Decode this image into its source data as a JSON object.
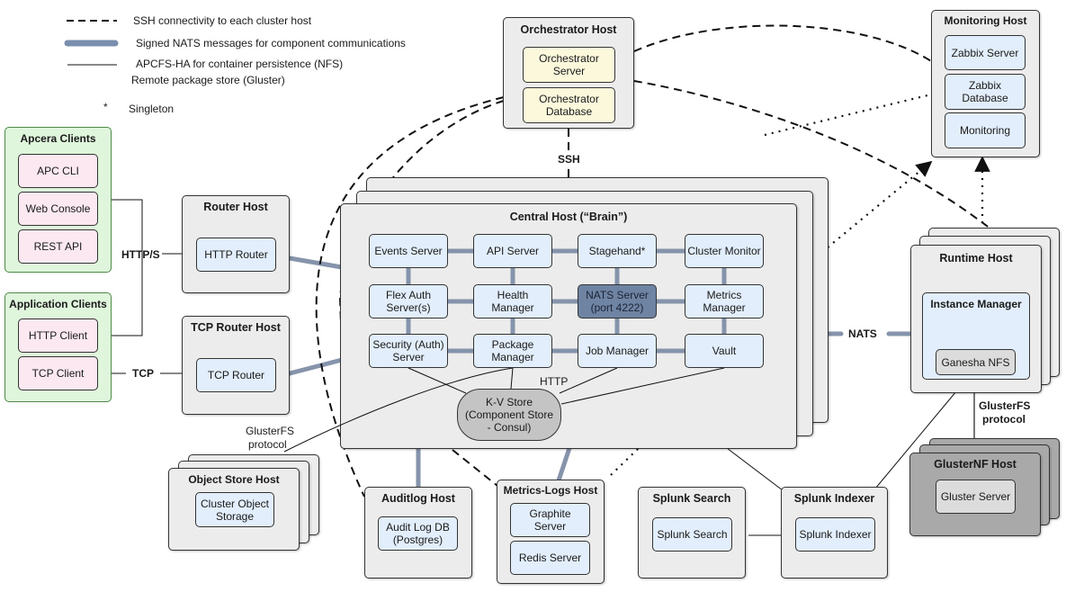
{
  "legend": {
    "ssh": "SSH connectivity to each cluster host",
    "nats": "Signed NATS messages for component communications",
    "apcfs": "APCFS-HA for container persistence (NFS)",
    "remote": "Remote package store (Gluster)",
    "singleton_symbol": "*",
    "singleton": "Singleton"
  },
  "colors": {
    "nats_line": "#8593ab",
    "component_fill": "#e2eefb",
    "host_fill": "#ececec",
    "client_group_fill": "#dff5dc",
    "client_fill": "#fbe8f0",
    "orchestrator_fill": "#fbf8dc",
    "nats_server_fill": "#6f83a3"
  },
  "apcera_clients": {
    "title": "Apcera Clients",
    "items": [
      "APC CLI",
      "Web Console",
      "REST API"
    ]
  },
  "application_clients": {
    "title": "Application Clients",
    "items": [
      "HTTP Client",
      "TCP Client"
    ]
  },
  "edge_labels": {
    "https": "HTTP/S",
    "tcp": "TCP",
    "ssh": "SSH",
    "nats": "NATS",
    "http": "HTTP",
    "glusterfs_left_1": "GlusterFS",
    "glusterfs_left_2": "protocol",
    "glusterfs_right_1": "GlusterFS",
    "glusterfs_right_2": "protocol"
  },
  "router_host": {
    "title": "Router Host",
    "component": "HTTP Router"
  },
  "tcp_router_host": {
    "title": "TCP Router Host",
    "component": "TCP Router"
  },
  "orchestrator_host": {
    "title": "Orchestrator Host",
    "components": [
      "Orchestrator Server",
      "Orchestrator Database"
    ]
  },
  "monitoring_host": {
    "title": "Monitoring Host",
    "components": [
      "Zabbix Server",
      "Zabbix Database",
      "Monitoring"
    ]
  },
  "central_host": {
    "title": "Central Host (“Brain”)",
    "components": [
      [
        "Events Server",
        "API Server",
        "Stagehand*",
        "Cluster Monitor"
      ],
      [
        "Flex Auth Server(s)",
        "Health Manager",
        "NATS Server (port 4222)",
        "Metrics Manager"
      ],
      [
        "Security (Auth) Server",
        "Package Manager",
        "Job Manager",
        "Vault"
      ]
    ],
    "kv_store": "K-V Store (Component Store - Consul)"
  },
  "runtime_host": {
    "title": "Runtime Host",
    "instance_manager": "Instance Manager",
    "ganesha": "Ganesha NFS"
  },
  "glusternf_host": {
    "title": "GlusterNF Host",
    "component": "Gluster Server"
  },
  "object_store_host": {
    "title": "Object Store Host",
    "component": "Cluster Object Storage"
  },
  "auditlog_host": {
    "title": "Auditlog Host",
    "component": "Audit Log DB (Postgres)"
  },
  "metrics_logs_host": {
    "title": "Metrics-Logs Host",
    "components": [
      "Graphite Server",
      "Redis Server"
    ]
  },
  "splunk_search_host": {
    "title": "Splunk Search",
    "component": "Splunk Search"
  },
  "splunk_indexer_host": {
    "title": "Splunk Indexer",
    "component": "Splunk Indexer"
  }
}
